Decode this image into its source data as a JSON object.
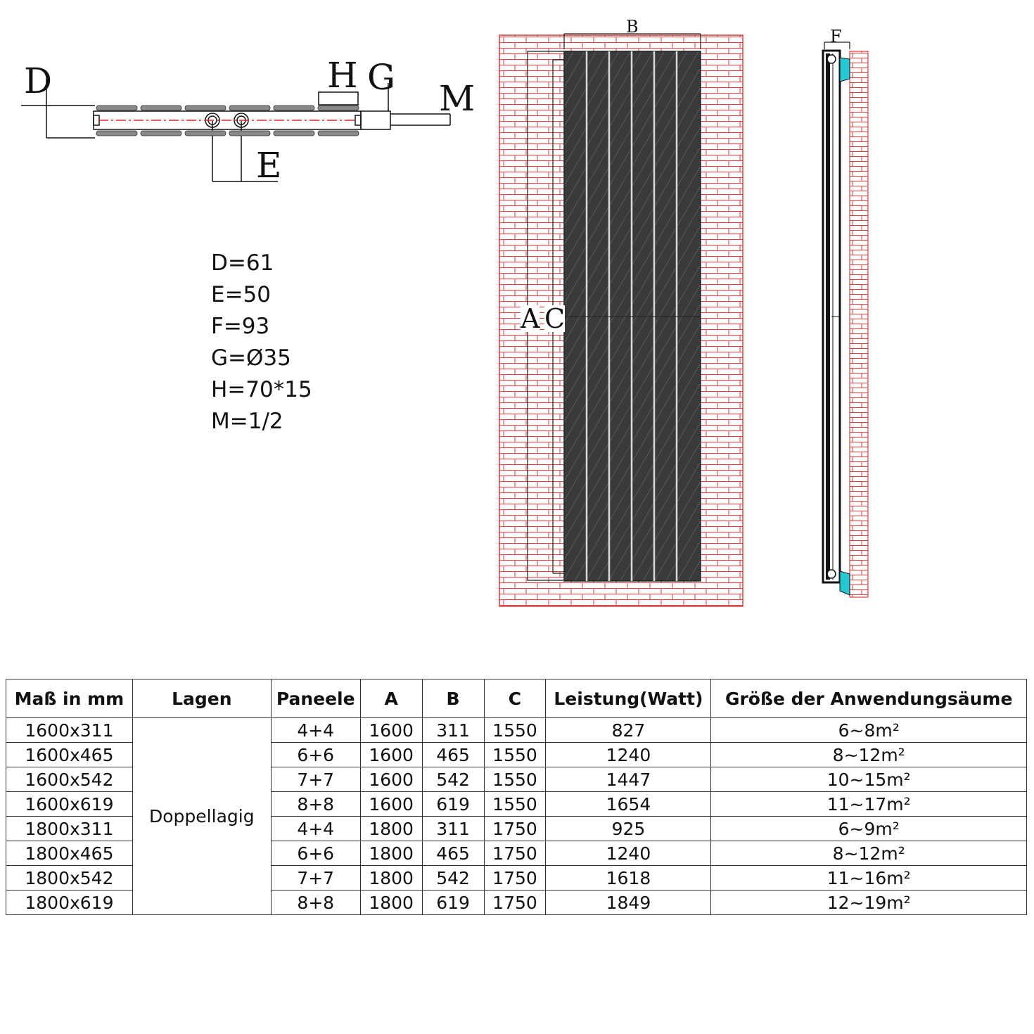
{
  "labels": {
    "D": "D",
    "H": "H",
    "G": "G",
    "M": "M",
    "E": "E",
    "B": "B",
    "A": "A",
    "C": "C",
    "F": "F"
  },
  "specs": [
    "D=61",
    "E=50",
    "F=93",
    "G=Ø35",
    "H=70*15",
    "M=1/2"
  ],
  "table": {
    "headers": [
      "Maß in mm",
      "Lagen",
      "Paneele",
      "A",
      "B",
      "C",
      "Leistung(Watt)",
      "Größe der Anwendungsäume"
    ],
    "lagen": "Doppellagig",
    "area_unit": "m²",
    "rows": [
      {
        "mass": "1600x311",
        "paneele": "4+4",
        "a": "1600",
        "b": "311",
        "c": "1550",
        "leistung": "827",
        "area": "6~8m²"
      },
      {
        "mass": "1600x465",
        "paneele": "6+6",
        "a": "1600",
        "b": "465",
        "c": "1550",
        "leistung": "1240",
        "area": "8~12m²"
      },
      {
        "mass": "1600x542",
        "paneele": "7+7",
        "a": "1600",
        "b": "542",
        "c": "1550",
        "leistung": "1447",
        "area": "10~15m²"
      },
      {
        "mass": "1600x619",
        "paneele": "8+8",
        "a": "1600",
        "b": "619",
        "c": "1550",
        "leistung": "1654",
        "area": "11~17m²"
      },
      {
        "mass": "1800x311",
        "paneele": "4+4",
        "a": "1800",
        "b": "311",
        "c": "1750",
        "leistung": "925",
        "area": "6~9m²"
      },
      {
        "mass": "1800x465",
        "paneele": "6+6",
        "a": "1800",
        "b": "465",
        "c": "1750",
        "leistung": "1240",
        "area": "8~12m²"
      },
      {
        "mass": "1800x542",
        "paneele": "7+7",
        "a": "1800",
        "b": "542",
        "c": "1750",
        "leistung": "1618",
        "area": "11~16m²"
      },
      {
        "mass": "1800x619",
        "paneele": "8+8",
        "a": "1800",
        "b": "619",
        "c": "1750",
        "leistung": "1849",
        "area": "12~19m²"
      }
    ]
  }
}
